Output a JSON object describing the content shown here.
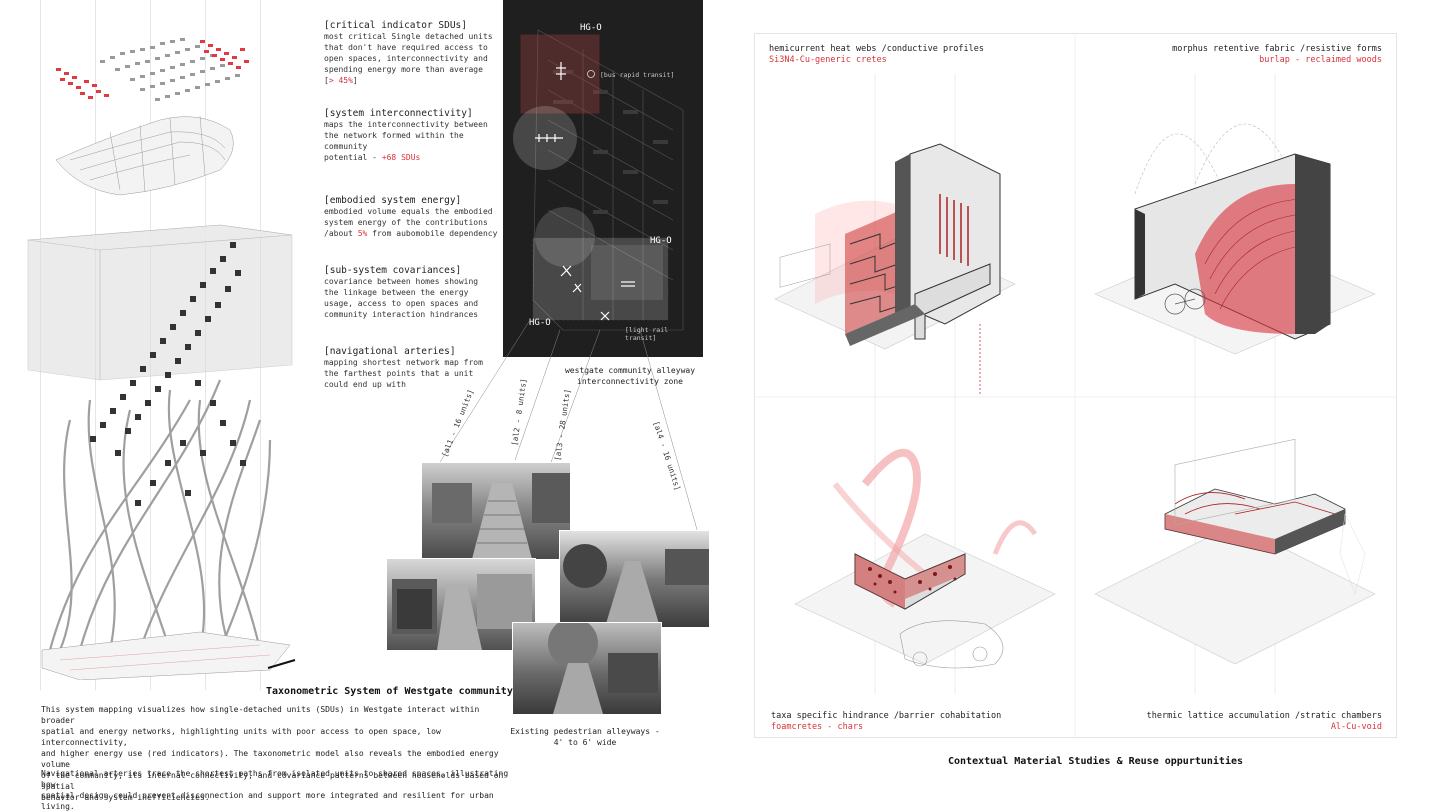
{
  "indicators": [
    {
      "title": "[critical indicator SDUs]",
      "body_lines": [
        "most critical Single detached units",
        "that don't have required access to",
        "open spaces, interconnectivity and",
        "spending energy more than average"
      ],
      "highlight_prefix": "[",
      "highlight": "> 45%",
      "highlight_suffix": "]"
    },
    {
      "title": "[system interconnectivity]",
      "body_lines": [
        "maps the interconnectivity between",
        "the network formed within the",
        "community"
      ],
      "highlight_prefix": "potential - ",
      "highlight": "+68 SDUs",
      "highlight_suffix": ""
    },
    {
      "title": "[embodied system energy]",
      "body_lines": [
        "embodied volume equals the embodied",
        "system energy of the contributions"
      ],
      "highlight_prefix": "/about ",
      "highlight": "5%",
      "highlight_suffix": " from aubomobile dependency"
    },
    {
      "title": "[sub-system covariances]",
      "body_lines": [
        "covariance between homes showing",
        "the linkage between the energy",
        "usage, access to open spaces and",
        "community interaction hindrances"
      ]
    },
    {
      "title": "[navigational arteries]",
      "body_lines": [
        "mapping shortest network map from",
        "the farthest points that a unit",
        "could end up with"
      ]
    }
  ],
  "map": {
    "zone_labels": [
      "HG-O",
      "HG-O",
      "HG-O"
    ],
    "transit_labels": [
      "[bus rapid transit]",
      "[light rail transit]"
    ],
    "caption_lines": [
      "westgate community alleyway",
      "interconnectivity zone"
    ]
  },
  "alley_labels": [
    "[al1 - 16 units]",
    "[al2 - 8 units]",
    "[al3 - 28 units]",
    "[al4 - 16 units]"
  ],
  "photos_caption_lines": [
    "Existing pedestrian alleyways -",
    "4' to 6' wide"
  ],
  "taxonometric": {
    "title": "Taxonometric System of Westgate community",
    "paragraph1_lines": [
      "This system mapping visualizes how single-detached units (SDUs) in Westgate interact within broader",
      "spatial and energy networks, highlighting units with poor access to open space, low interconnectivity,",
      "and higher energy use (red indicators). The taxonometric model also reveals the embodied energy volume",
      "of the community, its internal connectivity, and covariance patterns between households based on spatial",
      "behavior and system inefficiencies."
    ],
    "paragraph2_lines": [
      "Navigational arteries trace the shortest paths from isolated units to shared spaces, illustrating how",
      "spatial design could prevent disconnection and support more integrated and resilient for urban living."
    ]
  },
  "materials": {
    "q1": {
      "label": "hemicurrent heat webs /conductive profiles",
      "sub": "Si3N4-Cu-generic cretes"
    },
    "q2": {
      "label": "morphus retentive fabric /resistive forms",
      "sub": "burlap - reclaimed woods"
    },
    "q3": {
      "label": "taxa specific hindrance /barrier cohabitation",
      "sub": "foamcretes - chars"
    },
    "q4": {
      "label": "thermic lattice accumulation /stratic chambers",
      "sub": "Al-Cu-void"
    },
    "caption": "Contextual Material Studies & Reuse oppurtunities"
  },
  "colors": {
    "accent": "#d9323a",
    "map_bg": "#1f1f1f",
    "ink": "#1a1a1a"
  }
}
